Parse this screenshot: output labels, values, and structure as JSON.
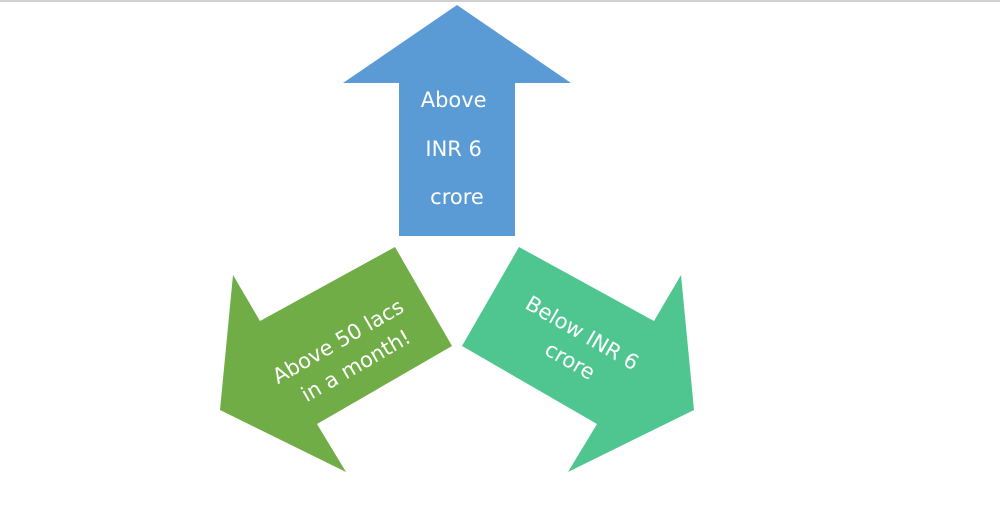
{
  "diagram": {
    "arrows": {
      "up": {
        "lines": [
          "Above",
          "INR 6",
          "crore"
        ],
        "color": "#5B9BD5"
      },
      "left": {
        "lines": [
          "Above 50 lacs",
          "in a month!"
        ],
        "color": "#70AD47"
      },
      "right": {
        "lines": [
          "Below INR 6",
          "crore"
        ],
        "color": "#4FC68F"
      }
    }
  }
}
